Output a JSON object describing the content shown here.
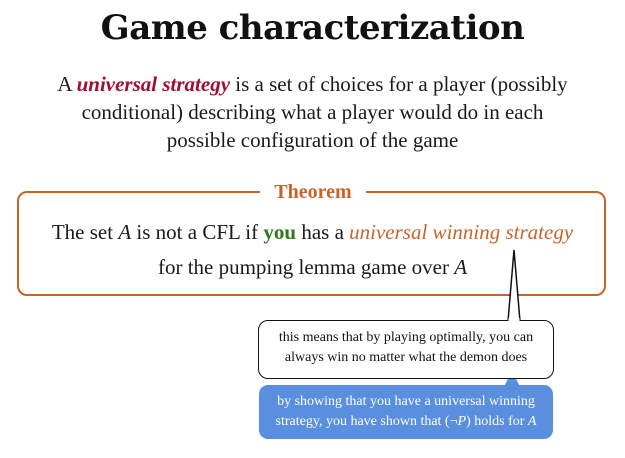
{
  "title": "Game characterization",
  "definition": {
    "prefix": "A ",
    "term": "universal strategy",
    "line1_rest": " is a set of choices for a player (possibly",
    "line2": "conditional) describing what a player would do in each",
    "line3": "possible configuration of the game"
  },
  "theorem": {
    "title": "Theorem",
    "part1": "The set ",
    "var_a": "A",
    "part2": " is not a CFL if ",
    "you": "you",
    "part3": " has a ",
    "term": "universal winning strategy",
    "line2_prefix": "for the pumping lemma game over ",
    "line2_var": "A"
  },
  "bubble_note": {
    "line1": "this means that by playing optimally, you can",
    "line2": "always win no matter what the demon does"
  },
  "bubble_conclusion": {
    "line1": "by showing that you have a universal winning",
    "line2_prefix": "strategy, you have shown that (¬",
    "line2_var": "P",
    "line2_mid": ") holds for ",
    "line2_var2": "A"
  },
  "colors": {
    "title": "#111111",
    "definition_term": "#a10e32",
    "theorem_accent": "#c8642a",
    "you": "#2c7a1a",
    "blue_bubble": "#5a8fe0"
  }
}
